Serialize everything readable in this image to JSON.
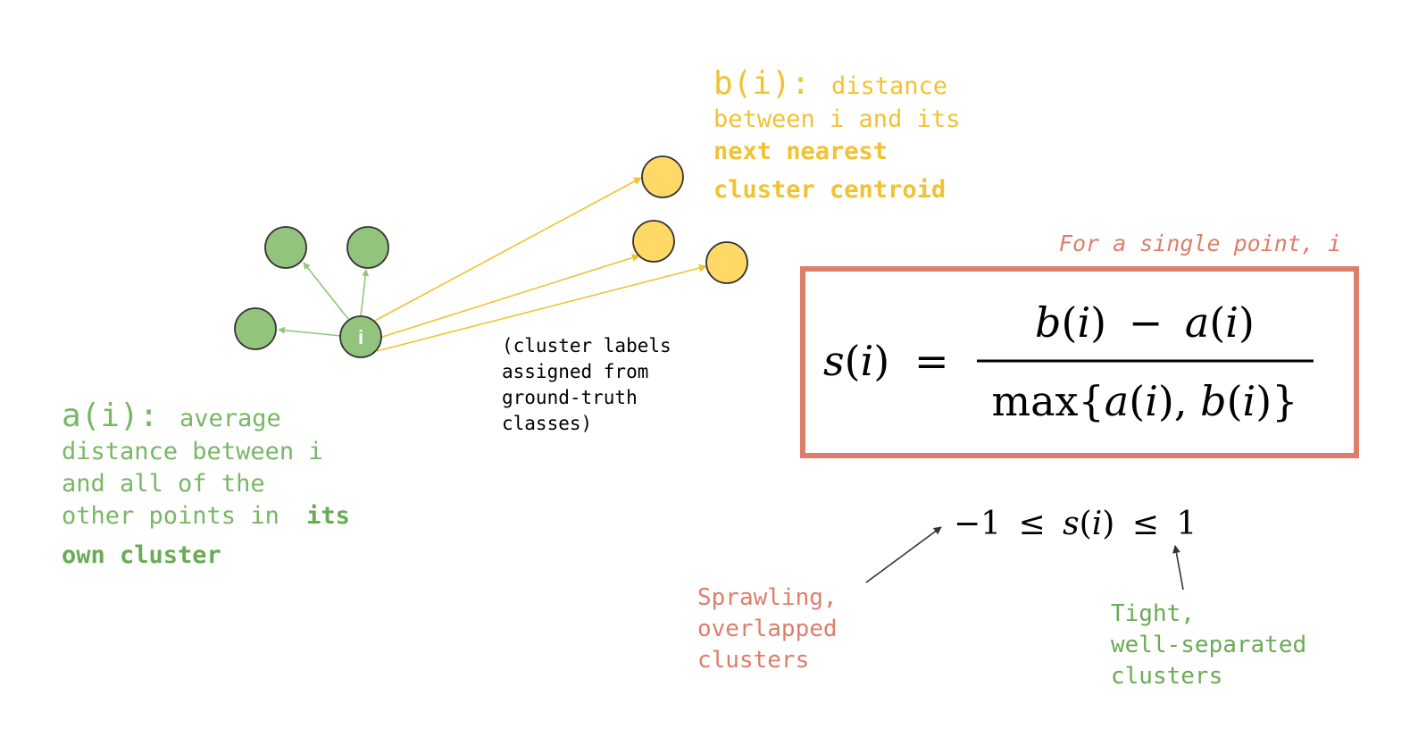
{
  "colors": {
    "green_text": "#78b765",
    "green_bold": "#6aab56",
    "green_fill": "#93c47d",
    "green_line": "#93c47d",
    "yellow_text": "#f1c232",
    "yellow_fill": "#ffd966",
    "yellow_line": "#f1c232",
    "red_text": "#dd7e6b",
    "box_border": "#dd7e6b",
    "dark": "#333333",
    "black": "#000000"
  },
  "a_label": {
    "head": "a(i):",
    "line1_rest": "average",
    "line2": "distance between i",
    "line3": "and all of the",
    "line4_plain": "other points in",
    "line4_bold": "its",
    "line5_bold": "own cluster"
  },
  "b_label": {
    "head": "b(i):",
    "line1_rest": "distance",
    "line2": "between i and its",
    "line3_bold": "next nearest",
    "line4_bold": "cluster centroid"
  },
  "note": {
    "lines": [
      "(cluster labels",
      "assigned from",
      "ground-truth",
      "classes)"
    ]
  },
  "point_label": "i",
  "formula": {
    "caption": "For a single point, i",
    "lhs_s": "s",
    "lhs_i": "i",
    "equals": "=",
    "num_b": "b",
    "num_i1": "i",
    "num_minus": "−",
    "num_a": "a",
    "num_i2": "i",
    "den_max": "max",
    "den_a": "a",
    "den_i1": "i",
    "den_b": "b",
    "den_i2": "i"
  },
  "range": {
    "minus_one": "−1",
    "leq1": "≤",
    "s": "s",
    "i": "i",
    "leq2": "≤",
    "one": "1"
  },
  "low_label": {
    "lines": [
      "Sprawling,",
      "overlapped",
      "clusters"
    ]
  },
  "high_label": {
    "lines": [
      "Tight,",
      "well-separated",
      "clusters"
    ]
  }
}
